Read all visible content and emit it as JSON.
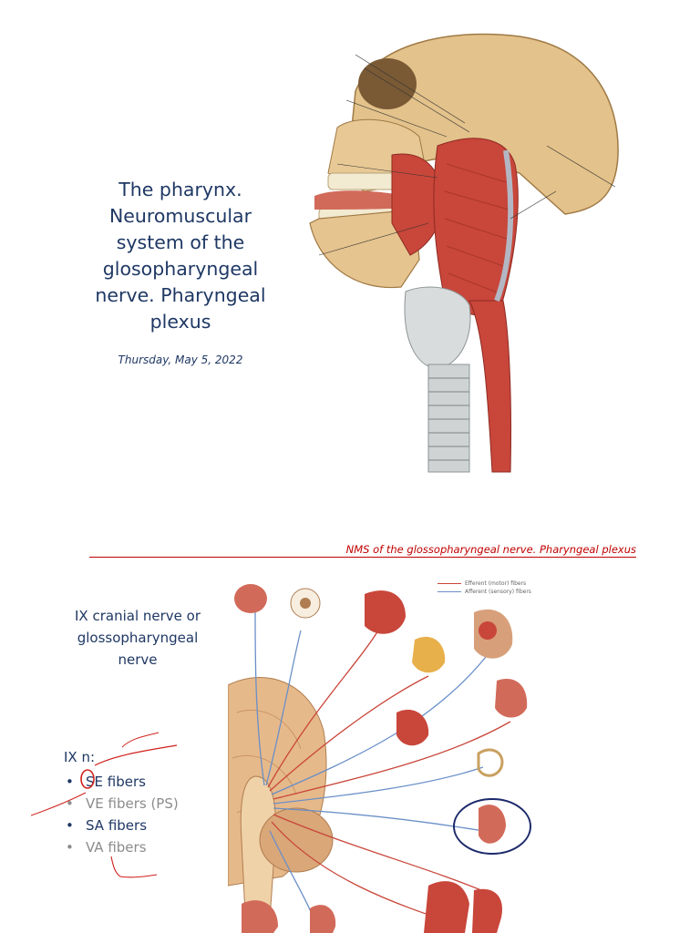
{
  "slide1": {
    "title_lines": [
      "The pharynx.",
      "Neuromuscular",
      "system of the",
      "glosopharyngeal",
      "nerve. Pharyngeal",
      "plexus"
    ],
    "date": "Thursday, May 5, 2022"
  },
  "slide2": {
    "header": "NMS of the glossopharyngeal nerve. Pharyngeal plexus",
    "heading_lines": [
      "IX cranial nerve or",
      "glossopharyngeal",
      "nerve"
    ],
    "fiber_intro": "IX n:",
    "fibers": [
      {
        "bullet": "•",
        "label": "SE fibers"
      },
      {
        "bullet": "•",
        "label": "VE fibers (PS)"
      },
      {
        "bullet": "•",
        "label": "SA fibers"
      },
      {
        "bullet": "•",
        "label": "VA fibers"
      }
    ],
    "legend": {
      "efferent": "Efferent (motor) fibers",
      "afferent": "Afferent (sensory) fibers"
    }
  },
  "colors": {
    "title_blue": "#1f3864",
    "header_red": "#c00000",
    "muscle_red": "#c9463a",
    "bone": "#e6c48f",
    "nerve_blue": "#6a8fc8",
    "annotation_navy": "#1c2a6b"
  }
}
